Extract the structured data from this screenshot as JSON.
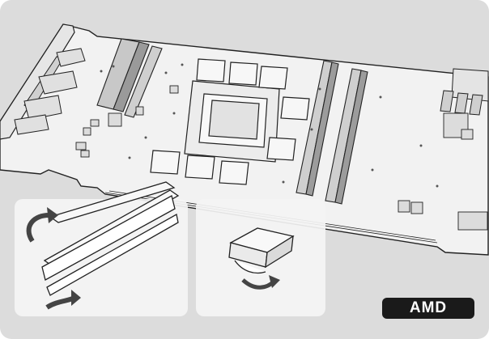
{
  "badge": {
    "label": "AMD"
  },
  "colors": {
    "background": "#dcdcdc",
    "board": "#f2f2f2",
    "outline": "#222222",
    "chip": "#e8e8e8",
    "badge_bg": "#1a1a1a",
    "badge_text": "#ffffff"
  },
  "icons": [
    "rotate-arrow-icon",
    "thermal-pad-strip",
    "thermal-pad-square",
    "circuit-board"
  ]
}
